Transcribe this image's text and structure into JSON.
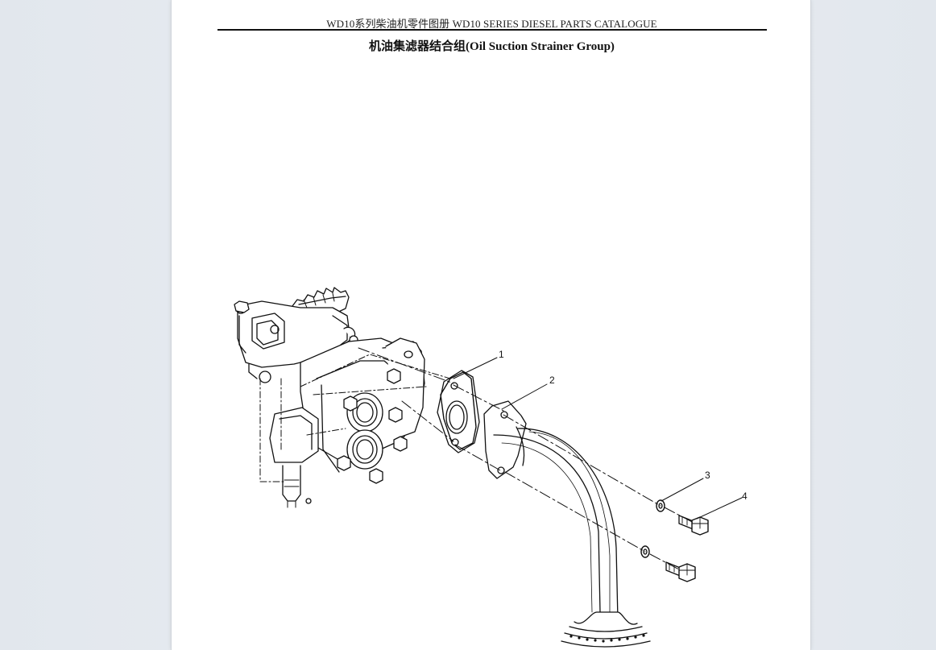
{
  "header": {
    "running_title": "WD10系列柴油机零件图册 WD10 SERIES DIESEL PARTS CATALOGUE",
    "page_title": "机油集滤器结合组(Oil Suction Strainer Group)"
  },
  "diagram": {
    "callouts": [
      "1",
      "2",
      "3",
      "4"
    ]
  }
}
